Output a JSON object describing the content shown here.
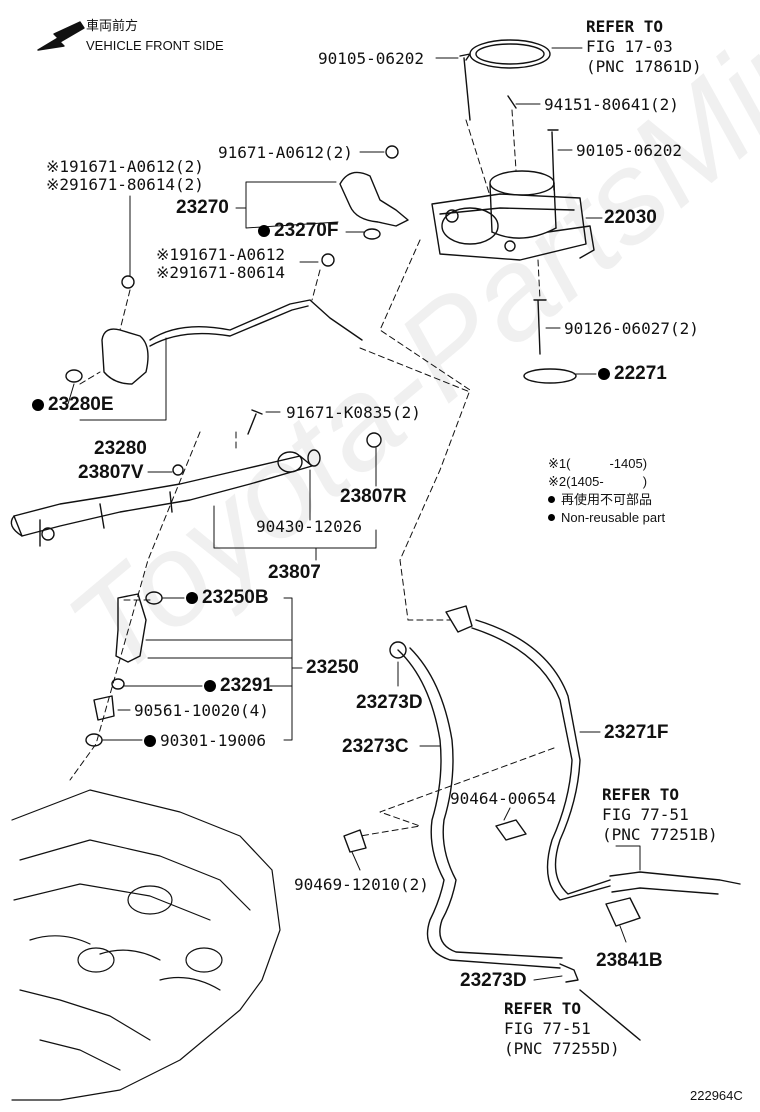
{
  "direction": {
    "jp": "車両前方",
    "en": "VEHICLE FRONT SIDE"
  },
  "refer_1": {
    "l1": "REFER TO",
    "l2": "FIG 17-03",
    "l3": "(PNC 17861D)"
  },
  "refer_2": {
    "l1": "REFER TO",
    "l2": "FIG 77-51",
    "l3": "(PNC 77251B)"
  },
  "refer_3": {
    "l1": "REFER TO",
    "l2": "FIG 77-51",
    "l3": "(PNC 77255D)"
  },
  "parts": {
    "p90105_top": "90105-06202",
    "p94151": "94151-80641(2)",
    "p90105_right": "90105-06202",
    "p22030": "22030",
    "p90126": "90126-06027(2)",
    "p22271": "22271",
    "p91671_a1": "91671-A0612(2)",
    "p91671_a2": "91671-80614(2)",
    "p91671_b": "91671-A0612(2)",
    "p23270": "23270",
    "p23270F": "23270F",
    "p91671_c1": "91671-A0612",
    "p91671_c2": "91671-80614",
    "p23280E": "23280E",
    "p23280": "23280",
    "p91671_k": "91671-K0835(2)",
    "p23807V": "23807V",
    "p23807R": "23807R",
    "p90430": "90430-12026",
    "p23807": "23807",
    "p23250B": "23250B",
    "p23250": "23250",
    "p23291": "23291",
    "p90561": "90561-10020(4)",
    "p90301": "90301-19006",
    "p23273D_a": "23273D",
    "p23273C": "23273C",
    "p23271F": "23271F",
    "p90464": "90464-00654",
    "p90469": "90469-12010(2)",
    "p23841B": "23841B",
    "p23273D_b": "23273D"
  },
  "marks": {
    "m1": "※1",
    "m2": "※2"
  },
  "legend": {
    "r1_mark": "※1",
    "r1_text": "(　　　-1405)",
    "r2_mark": "※2",
    "r2_text": "(1405-　　　)",
    "r3_text": "再使用不可部品",
    "r4_text": "Non-reusable part"
  },
  "figure_code": "222964C",
  "watermark": "Toyota-PartsMine.ru"
}
